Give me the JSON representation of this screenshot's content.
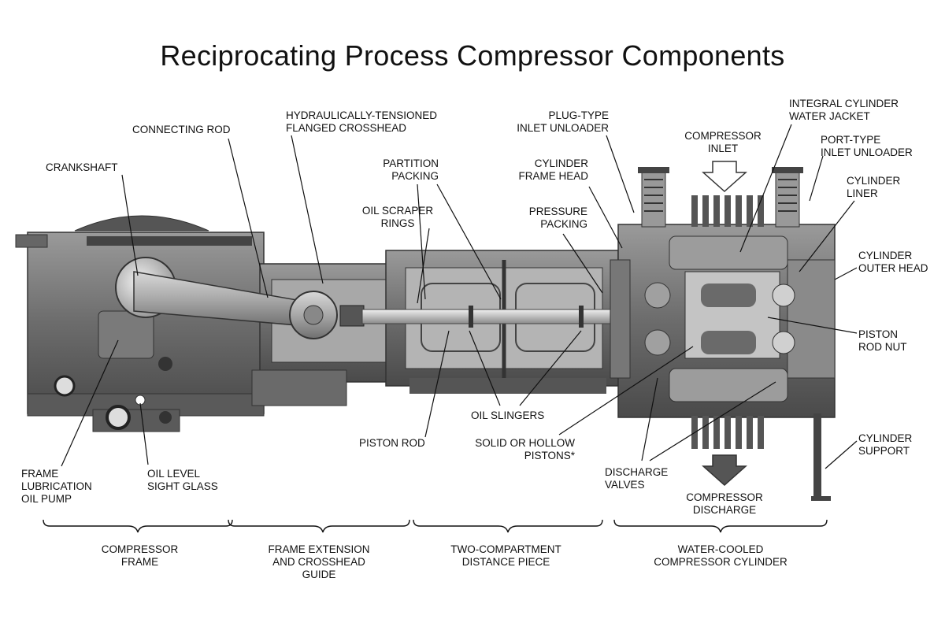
{
  "title": "Reciprocating Process Compressor Components",
  "labels": {
    "connecting_rod": "CONNECTING ROD",
    "crosshead": "HYDRAULICALLY-TENSIONED\nFLANGED CROSSHEAD",
    "plug_unloader": "PLUG-TYPE\nINLET UNLOADER",
    "water_jacket": "INTEGRAL CYLINDER\nWATER JACKET",
    "compressor_inlet": "COMPRESSOR\nINLET",
    "port_unloader": "PORT-TYPE\nINLET UNLOADER",
    "crankshaft": "CRANKSHAFT",
    "partition_packing": "PARTITION\nPACKING",
    "cylinder_frame_head": "CYLINDER\nFRAME HEAD",
    "cylinder_liner": "CYLINDER\nLINER",
    "oil_scraper_rings": "OIL SCRAPER\nRINGS",
    "pressure_packing": "PRESSURE\nPACKING",
    "cylinder_outer_head": "CYLINDER\nOUTER HEAD",
    "piston_rod_nut": "PISTON\nROD NUT",
    "oil_slingers": "OIL SLINGERS",
    "piston_rod": "PISTON ROD",
    "pistons": "SOLID OR HOLLOW\nPISTONS*",
    "cylinder_support": "CYLINDER\nSUPPORT",
    "discharge_valves": "DISCHARGE\nVALVES",
    "compressor_discharge": "COMPRESSOR\nDISCHARGE",
    "frame_pump": "FRAME\nLUBRICATION\nOIL PUMP",
    "oil_sight_glass": "OIL LEVEL\nSIGHT GLASS"
  },
  "sections": {
    "frame": "COMPRESSOR\nFRAME",
    "extension": "FRAME EXTENSION\nAND CROSSHEAD\nGUIDE",
    "distance": "TWO-COMPARTMENT\nDISTANCE PIECE",
    "cylinder": "WATER-COOLED\nCOMPRESSOR CYLINDER"
  }
}
